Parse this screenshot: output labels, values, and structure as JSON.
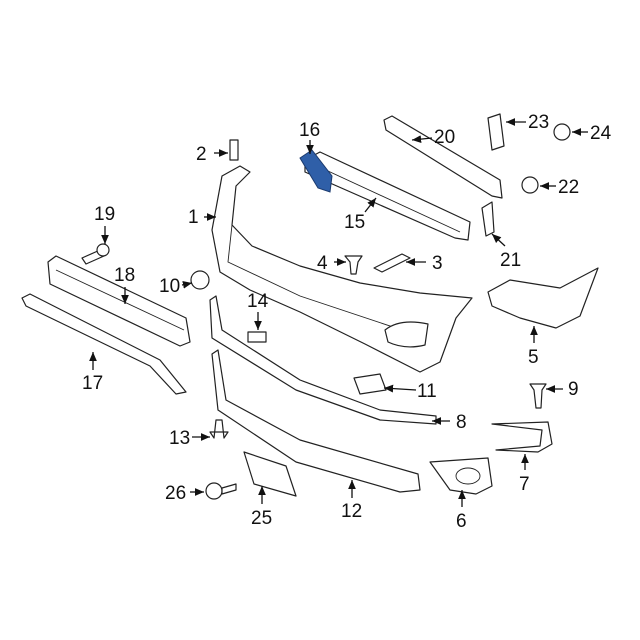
{
  "callouts": {
    "p1": "1",
    "p2": "2",
    "p3": "3",
    "p4": "4",
    "p5": "5",
    "p6": "6",
    "p7": "7",
    "p8": "8",
    "p9": "9",
    "p10": "10",
    "p11": "11",
    "p12": "12",
    "p13": "13",
    "p14": "14",
    "p15": "15",
    "p16": "16",
    "p17": "17",
    "p18": "18",
    "p19": "19",
    "p20": "20",
    "p21": "21",
    "p22": "22",
    "p23": "23",
    "p24": "24",
    "p25": "25",
    "p26": "26"
  },
  "colors": {
    "highlight": "#2f5fa8",
    "line": "#222222"
  }
}
